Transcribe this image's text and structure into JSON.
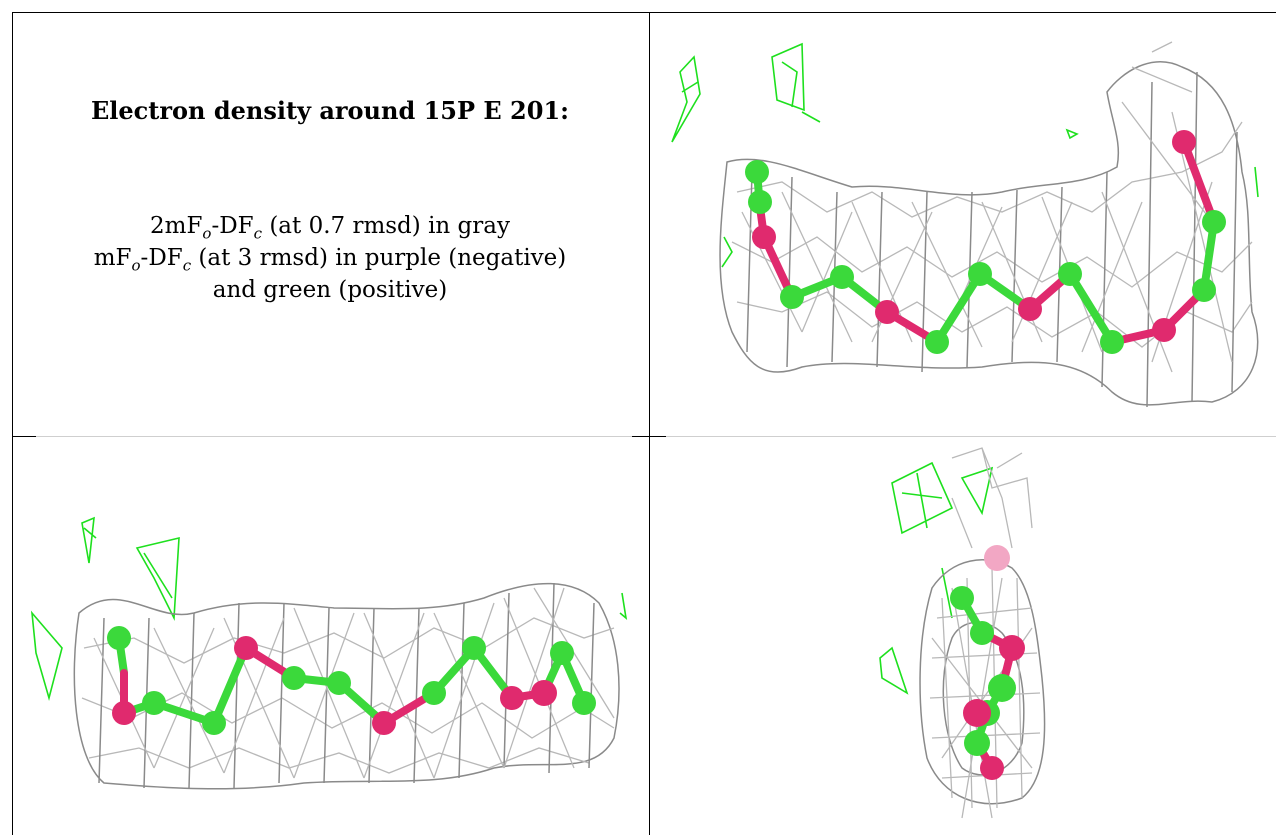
{
  "caption": {
    "title": "Electron density around 15P E 201:",
    "line1_main_a": "2mF",
    "line1_sub_o": "o",
    "line1_main_b": "-DF",
    "line1_sub_c": "c",
    "line1_rest": " (at 0.7 rmsd) in gray",
    "line2_main_a": "mF",
    "line2_sub_o": "o",
    "line2_main_b": "-DF",
    "line2_sub_c": "c",
    "line2_rest": " (at 3 rmsd) in purple (negative)",
    "line3": "and green (positive)"
  },
  "colors": {
    "map_2fofc": "#8a8a8a",
    "map_positive": "#1ee01e",
    "carbon_atom": "#3bd93b",
    "oxygen_atom": "#e02a6e"
  },
  "panels": [
    {
      "view": "top-right"
    },
    {
      "view": "bottom-left"
    },
    {
      "view": "bottom-right"
    }
  ]
}
